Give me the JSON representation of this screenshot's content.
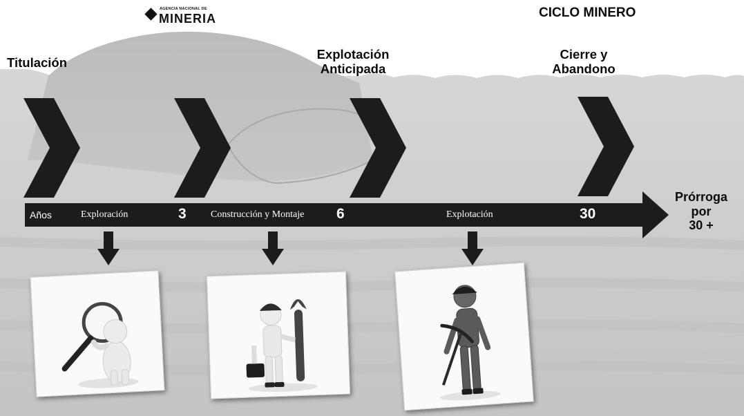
{
  "header": {
    "logo_subtitle": "AGENCIA NACIONAL DE",
    "logo_title": "MINERIA",
    "title": "CICLO MINERO"
  },
  "stages": {
    "titulacion": "Titulación",
    "explotacion_anticipada": [
      "Explotación",
      "Anticipada"
    ],
    "cierre": [
      "Cierre y",
      "Abandono"
    ]
  },
  "timeline": {
    "start_label": "Años",
    "phases": [
      "Exploración",
      "Construcción y Montaje",
      "Explotación"
    ],
    "years": [
      "3",
      "6",
      "30"
    ],
    "extension": [
      "Prórroga",
      "por",
      "30 +"
    ]
  },
  "illustrations": [
    "magnifying-glass-figure",
    "wrench-briefcase-figure",
    "miner-pickaxe-figure"
  ],
  "colors": {
    "arrow": "#1c1c1c",
    "background": "#cfcfcf",
    "text": "#0b0b0b"
  }
}
